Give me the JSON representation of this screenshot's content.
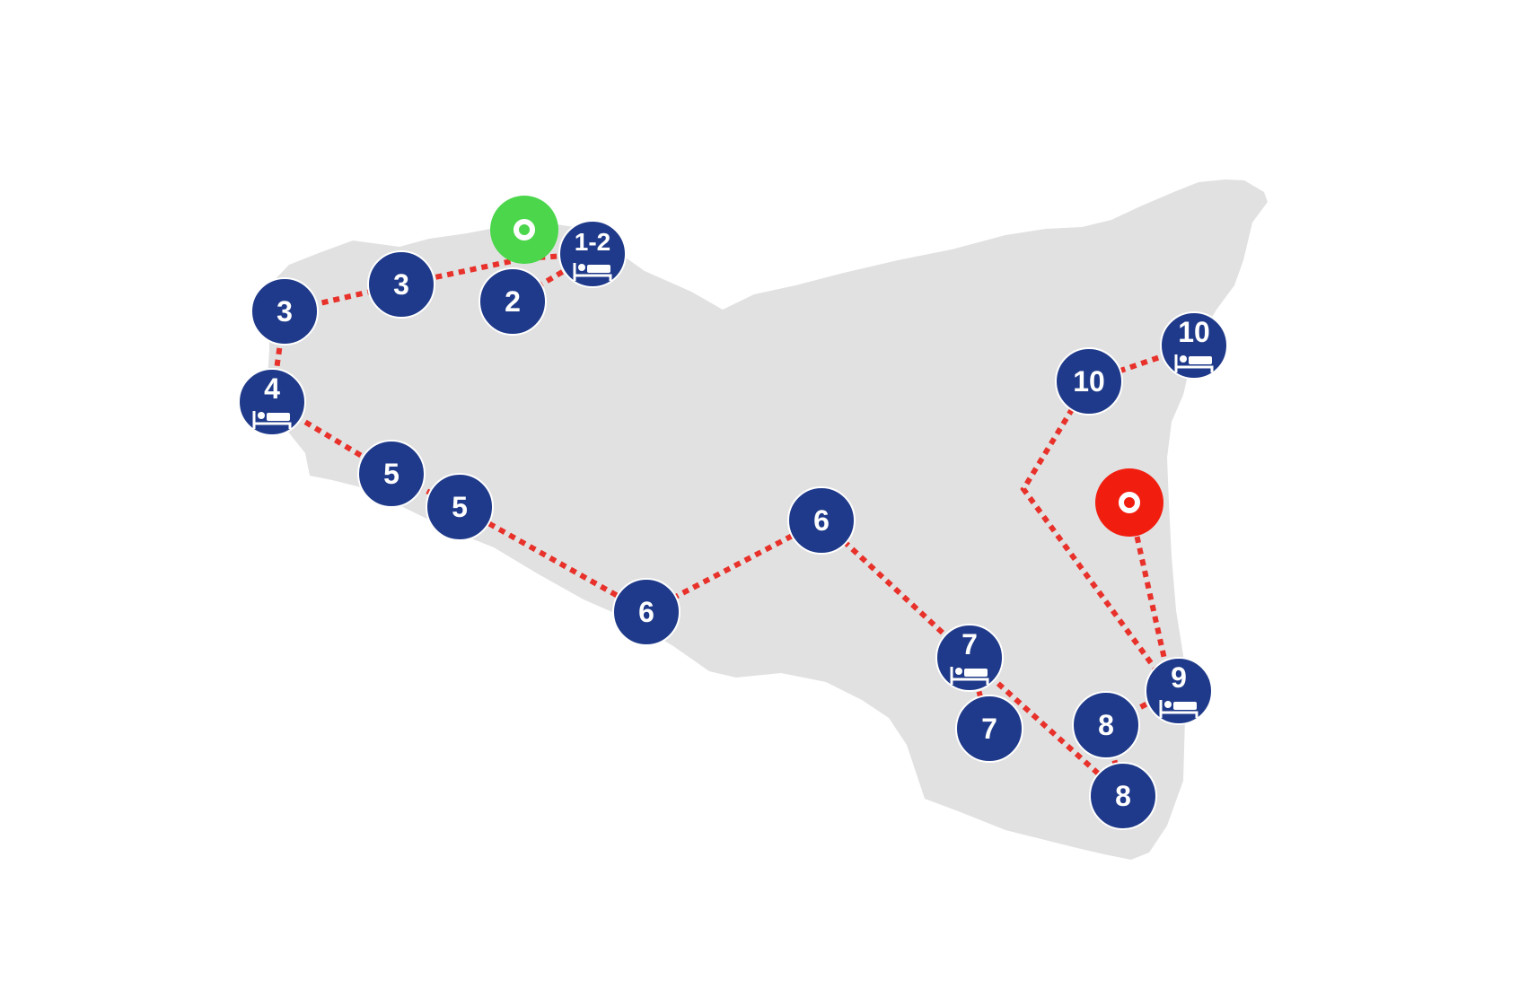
{
  "colors": {
    "land": "#e1e1e1",
    "route": "#e8312a",
    "stop": "#1f3a8a",
    "start": "#4bd64b",
    "end": "#f11e10",
    "label": "#ffffff"
  },
  "start_marker": {
    "label": "O",
    "icon": "start-ring-icon"
  },
  "end_marker": {
    "label": "O",
    "icon": "end-ring-icon"
  },
  "stops": [
    {
      "label": "1-2",
      "overnight": true
    },
    {
      "label": "2",
      "overnight": false
    },
    {
      "label": "3",
      "overnight": false
    },
    {
      "label": "3",
      "overnight": false
    },
    {
      "label": "4",
      "overnight": true
    },
    {
      "label": "5",
      "overnight": false
    },
    {
      "label": "5",
      "overnight": false
    },
    {
      "label": "6",
      "overnight": false
    },
    {
      "label": "6",
      "overnight": false
    },
    {
      "label": "7",
      "overnight": true
    },
    {
      "label": "7",
      "overnight": false
    },
    {
      "label": "8",
      "overnight": false
    },
    {
      "label": "8",
      "overnight": false
    },
    {
      "label": "9",
      "overnight": true
    },
    {
      "label": "10",
      "overnight": false
    },
    {
      "label": "10",
      "overnight": true
    }
  ]
}
